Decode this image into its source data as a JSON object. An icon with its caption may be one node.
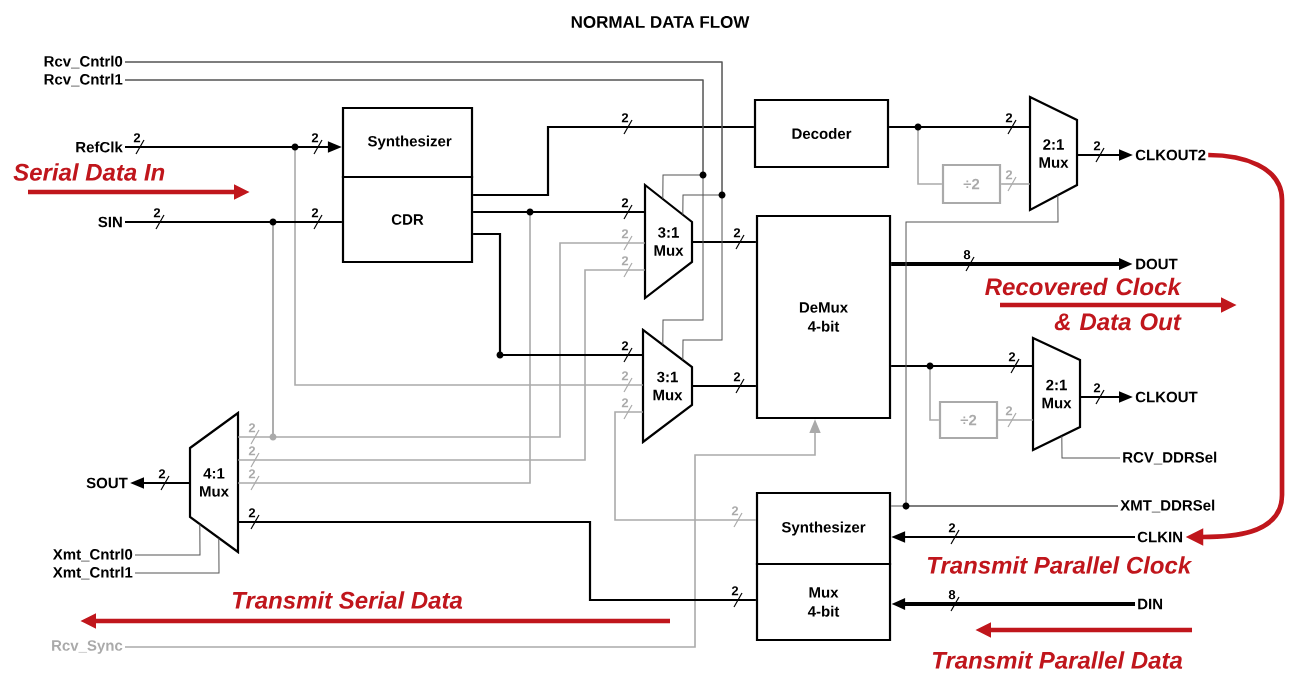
{
  "diagram": {
    "title": "NORMAL DATA FLOW",
    "nodes": [
      {
        "text": [
          "Synthesizer"
        ]
      },
      {
        "text": [
          "CDR"
        ]
      },
      {
        "text": [
          "Decoder"
        ]
      },
      {
        "text": [
          "3:1 Mux"
        ]
      },
      {
        "text": [
          "3:1 Mux"
        ]
      },
      {
        "text": [
          "DeMux 4-bit"
        ]
      },
      {
        "text": [
          "2:1 Mux"
        ]
      },
      {
        "text": [
          "÷2"
        ]
      },
      {
        "text": [
          "2:1 Mux"
        ]
      },
      {
        "text": [
          "÷2"
        ]
      },
      {
        "text": [
          "4:1 Mux"
        ]
      },
      {
        "text": [
          "Synthesizer"
        ]
      },
      {
        "text": [
          "Mux 4-bit"
        ]
      },
      {
        "text": [
          "RefClk"
        ]
      },
      {
        "text": [
          "SIN"
        ]
      },
      {
        "text": [
          "CLKOUT2"
        ]
      },
      {
        "text": [
          "DOUT"
        ]
      },
      {
        "text": [
          "CLKOUT"
        ]
      },
      {
        "text": [
          "RCV_DDRSel"
        ]
      },
      {
        "text": [
          "XMT_DDRSel"
        ]
      },
      {
        "text": [
          "CLKIN"
        ]
      },
      {
        "text": [
          "DIN"
        ]
      },
      {
        "text": [
          "SOUT"
        ]
      },
      {
        "text": [
          "Xmt_Cntrl0"
        ]
      },
      {
        "text": [
          "Xmt_Cntrl1"
        ]
      },
      {
        "text": [
          "Rcv_Cntrl0"
        ]
      },
      {
        "text": [
          "Rcv_Cntrl1"
        ]
      },
      {
        "text": [
          "Rcv_Sync"
        ]
      }
    ],
    "edges": [
      {
        "from": 13,
        "to": 0,
        "arrow": "to",
        "label": "2"
      },
      {
        "from": 14,
        "to": 1,
        "arrow": "none",
        "label": "2"
      },
      {
        "from": 1,
        "to": 2,
        "arrow": "none",
        "label": "2"
      },
      {
        "from": 1,
        "to": 3,
        "arrow": "none",
        "label": "2"
      },
      {
        "from": 1,
        "to": 4,
        "arrow": "none",
        "label": "2"
      },
      {
        "from": 3,
        "to": 5,
        "arrow": "none",
        "label": "2"
      },
      {
        "from": 4,
        "to": 5,
        "arrow": "none",
        "label": "2"
      },
      {
        "from": 5,
        "to": 16,
        "arrow": "to",
        "label": "8",
        "style": "thick"
      },
      {
        "from": 2,
        "to": 6,
        "arrow": "none",
        "label": "2"
      },
      {
        "from": 2,
        "to": 7,
        "arrow": "none",
        "color": "#aaaaaa"
      },
      {
        "from": 7,
        "to": 6,
        "arrow": "none",
        "label": "2",
        "color": "#aaaaaa"
      },
      {
        "from": 6,
        "to": 15,
        "arrow": "to",
        "label": "2"
      },
      {
        "from": 5,
        "to": 8,
        "arrow": "none",
        "label": "2"
      },
      {
        "from": 5,
        "to": 9,
        "arrow": "none",
        "color": "#aaaaaa"
      },
      {
        "from": 9,
        "to": 8,
        "arrow": "none",
        "label": "2",
        "color": "#aaaaaa"
      },
      {
        "from": 8,
        "to": 17,
        "arrow": "to",
        "label": "2"
      },
      {
        "from": 18,
        "to": 8,
        "arrow": "none",
        "color": "#555555"
      },
      {
        "from": 19,
        "to": 6,
        "arrow": "none",
        "color": "#555555"
      },
      {
        "from": 19,
        "to": 11,
        "arrow": "none",
        "color": "#555555"
      },
      {
        "from": 20,
        "to": 11,
        "arrow": "to",
        "label": "2"
      },
      {
        "from": 21,
        "to": 12,
        "arrow": "to",
        "label": "8",
        "style": "thick"
      },
      {
        "from": 10,
        "to": 22,
        "arrow": "to",
        "label": "2"
      },
      {
        "from": 23,
        "to": 10,
        "arrow": "none",
        "color": "#555555"
      },
      {
        "from": 24,
        "to": 10,
        "arrow": "none",
        "color": "#555555"
      },
      {
        "from": 12,
        "to": 10,
        "arrow": "none",
        "label": "2"
      },
      {
        "from": 25,
        "to": 3,
        "arrow": "none",
        "color": "#555555"
      },
      {
        "from": 25,
        "to": 4,
        "arrow": "none",
        "color": "#555555"
      },
      {
        "from": 26,
        "to": 3,
        "arrow": "none",
        "color": "#555555"
      },
      {
        "from": 26,
        "to": 4,
        "arrow": "none",
        "color": "#555555"
      },
      {
        "from": 27,
        "to": 5,
        "arrow": "to",
        "color": "#aaaaaa"
      },
      {
        "from": 13,
        "to": 4,
        "arrow": "none",
        "label": "2",
        "color": "#aaaaaa"
      },
      {
        "from": 14,
        "to": 3,
        "arrow": "none",
        "label": "2",
        "color": "#aaaaaa"
      },
      {
        "from": 14,
        "to": 10,
        "arrow": "none",
        "label": "2",
        "color": "#aaaaaa"
      },
      {
        "from": 1,
        "to": 10,
        "arrow": "none",
        "label": "2",
        "color": "#aaaaaa"
      },
      {
        "from": 10,
        "to": 3,
        "arrow": "none",
        "label": "2",
        "color": "#aaaaaa"
      },
      {
        "from": 11,
        "to": 4,
        "arrow": "none",
        "label": "2",
        "color": "#aaaaaa"
      },
      {
        "from": 15,
        "to": 20,
        "arrow": "to",
        "style": "thick",
        "color": "#c0161c"
      }
    ],
    "labels": [
      "Serial Data In",
      "2",
      "2",
      "Recovered Clock & Data Out",
      "2",
      "2",
      "2",
      "Transmit Parallel Clock",
      "Transmit Serial Data",
      "Transmit Parallel Data"
    ]
  }
}
